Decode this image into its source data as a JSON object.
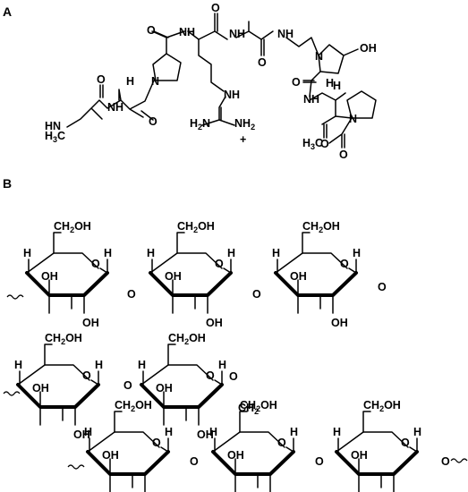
{
  "panels": {
    "a": "A",
    "b": "B"
  },
  "peptide": {
    "nh_terminal": "HN",
    "h3c": "H",
    "h3c_sub": "3",
    "h3c_c": "C",
    "nh1": "NH",
    "h_gly": "H",
    "n_pro": "N",
    "nh2": "NH",
    "nh3": "NH",
    "nh4": "NH",
    "nh_gua": "NH",
    "h2n": "H",
    "h2n_sub": "2",
    "h2n_n": "N",
    "nh2_right": "NH",
    "nh2_right_sub": "2",
    "plus": "+",
    "h_gly2": "H",
    "n_hyp": "N",
    "oh": "OH",
    "nh5": "NH",
    "h_gly3": "H",
    "n_pro2": "N",
    "h3c_ac": "H",
    "h3c_ac_sub": "3",
    "h3c_ac_c": "C",
    "o_labels": "O"
  },
  "sugars": {
    "ch2oh": "CH",
    "ch2oh_sub": "2",
    "ch2oh_oh": "OH",
    "oh": "OH",
    "h": "H",
    "o": "O",
    "ch2": "CH",
    "ch2_sub": "2"
  }
}
